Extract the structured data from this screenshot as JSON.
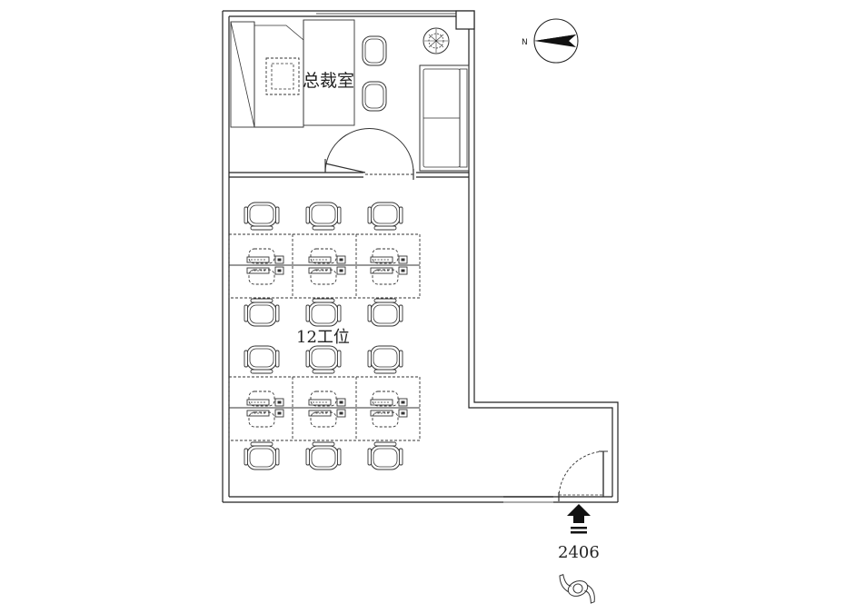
{
  "plan": {
    "rooms": [
      {
        "id": "executive-office",
        "label": "总裁室"
      },
      {
        "id": "workstation-area",
        "label": "12工位"
      }
    ],
    "unit_number": "2406",
    "compass_north": "N",
    "icons": {
      "compass": "north-arrow-icon",
      "entry": "entry-arrow-icon",
      "person": "person-icon",
      "plant": "plant-icon"
    },
    "colors": {
      "line": "#222222",
      "dashed": "#333333",
      "background": "#ffffff"
    }
  }
}
